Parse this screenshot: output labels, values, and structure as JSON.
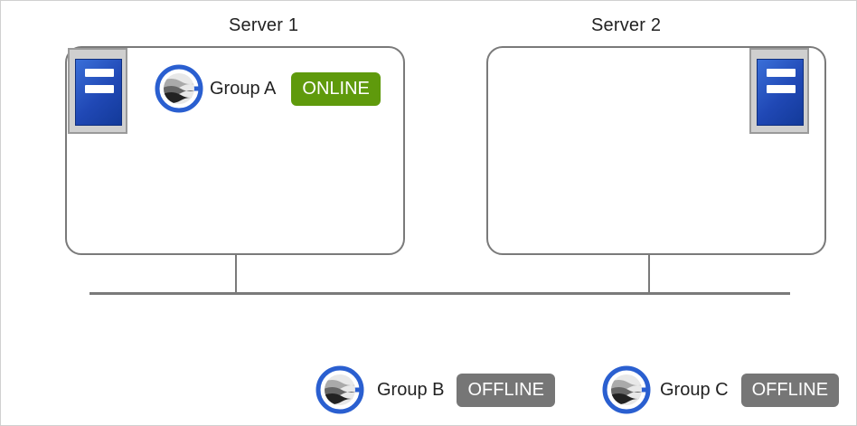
{
  "servers": [
    {
      "title": "Server 1"
    },
    {
      "title": "Server 2"
    }
  ],
  "groups": [
    {
      "label": "Group A",
      "status": "ONLINE",
      "status_color": "#5f9a0c"
    },
    {
      "label": "Group B",
      "status": "OFFLINE",
      "status_color": "#767676"
    },
    {
      "label": "Group C",
      "status": "OFFLINE",
      "status_color": "#767676"
    }
  ],
  "icons": {
    "server": "server-tower-icon",
    "group": "failover-group-icon"
  },
  "colors": {
    "frame": "#7a7a7a",
    "server_blue": "#2048b5",
    "logo_blue": "#2a5fd0",
    "online": "#5f9a0c",
    "offline": "#767676"
  }
}
